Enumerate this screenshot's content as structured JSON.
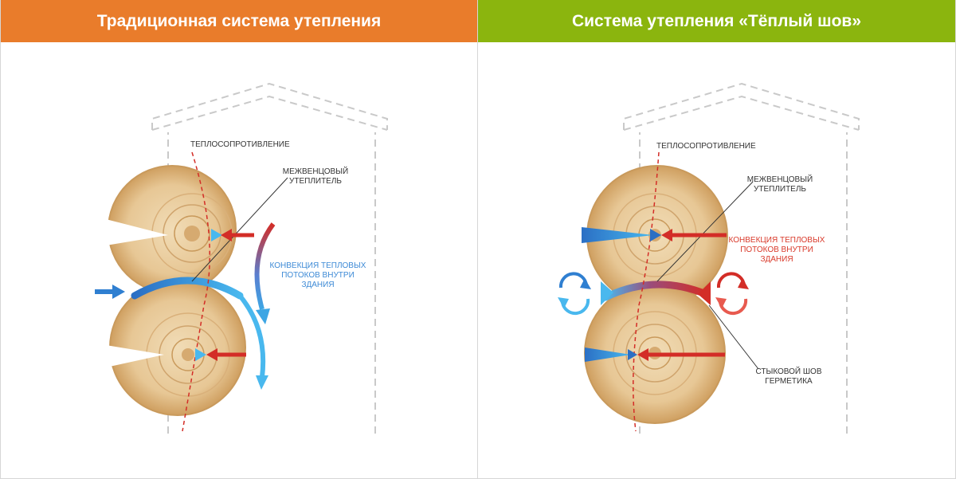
{
  "left": {
    "title": "Традиционная система утепления",
    "heat_resistance": "теплосопротивление",
    "insulation_line1": "межвенцовый",
    "insulation_line2": "утеплитель",
    "convection_line1": "конвекция тепловых",
    "convection_line2": "потоков внутри",
    "convection_line3": "здания"
  },
  "right": {
    "title": "Система утепления «Тёплый шов»",
    "heat_resistance": "теплосопротивление",
    "insulation_line1": "межвенцовый",
    "insulation_line2": "утеплитель",
    "convection_line1": "конвекция тепловых",
    "convection_line2": "потоков внутри",
    "convection_line3": "здания",
    "seam_line1": "стыковой шов",
    "seam_line2": "герметика"
  },
  "colors": {
    "left_header": "#e97c2b",
    "right_header": "#8bb50e",
    "cold": "#2f7fd1",
    "warm": "#d32d27",
    "wood": "#e2c08d"
  }
}
